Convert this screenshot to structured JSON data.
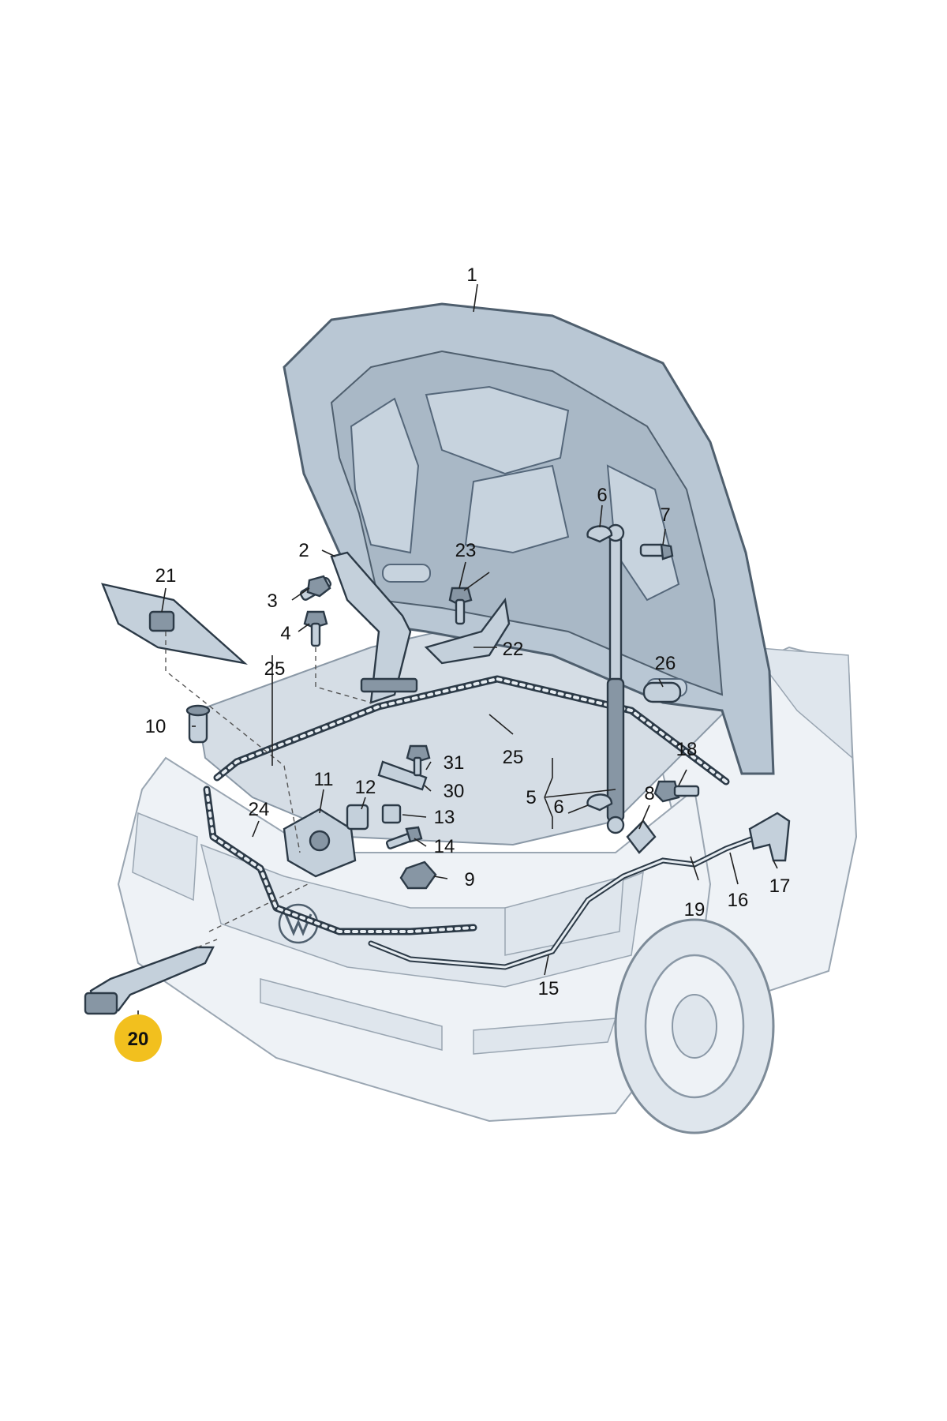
{
  "highlight_color": "#f2c01e",
  "callouts": [
    {
      "id": "c1",
      "label": "1"
    },
    {
      "id": "c2",
      "label": "2"
    },
    {
      "id": "c3",
      "label": "3"
    },
    {
      "id": "c4",
      "label": "4"
    },
    {
      "id": "c5",
      "label": "5"
    },
    {
      "id": "c6a",
      "label": "6"
    },
    {
      "id": "c6b",
      "label": "6"
    },
    {
      "id": "c7",
      "label": "7"
    },
    {
      "id": "c8",
      "label": "8"
    },
    {
      "id": "c9",
      "label": "9"
    },
    {
      "id": "c10",
      "label": "10"
    },
    {
      "id": "c11",
      "label": "11"
    },
    {
      "id": "c12",
      "label": "12"
    },
    {
      "id": "c13",
      "label": "13"
    },
    {
      "id": "c14",
      "label": "14"
    },
    {
      "id": "c15",
      "label": "15"
    },
    {
      "id": "c16",
      "label": "16"
    },
    {
      "id": "c17",
      "label": "17"
    },
    {
      "id": "c18",
      "label": "18"
    },
    {
      "id": "c19",
      "label": "19"
    },
    {
      "id": "c20",
      "label": "20"
    },
    {
      "id": "c21",
      "label": "21"
    },
    {
      "id": "c22",
      "label": "22"
    },
    {
      "id": "c23",
      "label": "23"
    },
    {
      "id": "c24",
      "label": "24"
    },
    {
      "id": "c25a",
      "label": "25"
    },
    {
      "id": "c25b",
      "label": "25"
    },
    {
      "id": "c26",
      "label": "26"
    },
    {
      "id": "c30",
      "label": "30"
    },
    {
      "id": "c31",
      "label": "31"
    }
  ]
}
